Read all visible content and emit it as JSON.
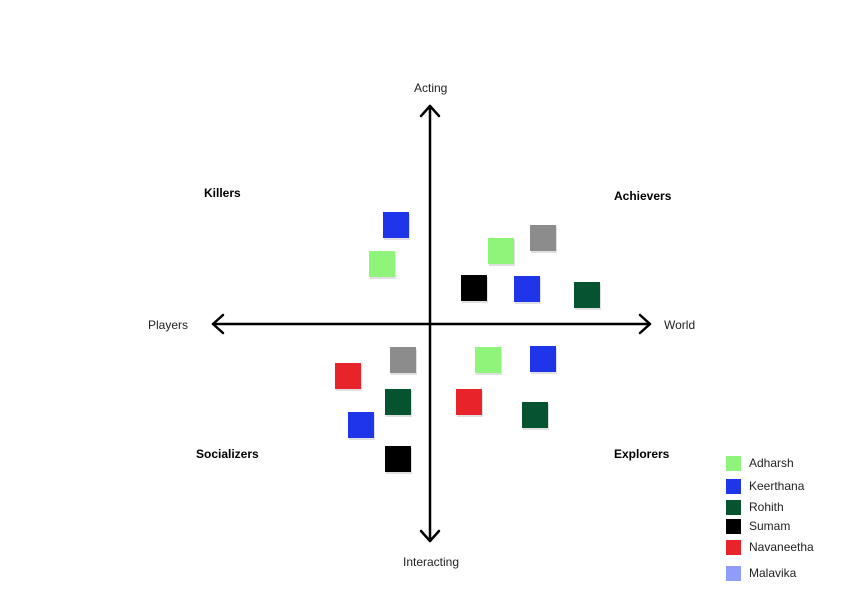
{
  "axes": {
    "top": "Acting",
    "bottom": "Interacting",
    "left": "Players",
    "right": "World"
  },
  "quadrants": {
    "top_left": "Killers",
    "top_right": "Achievers",
    "bottom_left": "Socializers",
    "bottom_right": "Explorers"
  },
  "legend": [
    {
      "name": "Adharsh",
      "color": "#8ef57a"
    },
    {
      "name": "Keerthana",
      "color": "#1f35ea"
    },
    {
      "name": "Rohith",
      "color": "#06532f"
    },
    {
      "name": "Sumam",
      "color": "#000000"
    },
    {
      "name": "Navaneetha",
      "color": "#e8232a"
    },
    {
      "name": "Malavika",
      "color": "#8f9cf9"
    }
  ],
  "colors": {
    "grey_marker": "#8c8c8c",
    "axis": "#000000"
  }
}
